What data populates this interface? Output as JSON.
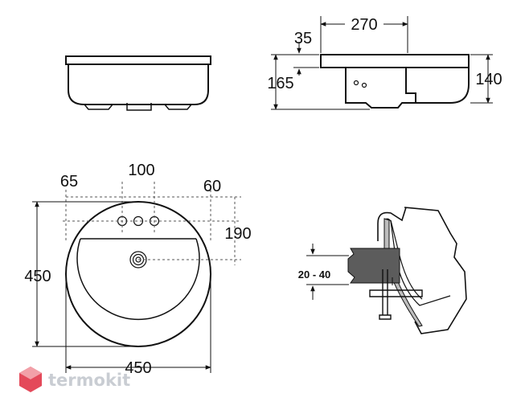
{
  "dimensions": {
    "side_width": "270",
    "side_offset": "35",
    "side_height_total": "165",
    "side_height_bowl": "140",
    "tap_offset_left": "65",
    "tap_spacing": "100",
    "tap_offset_right": "60",
    "tap_to_drain": "190",
    "diameter_vertical": "450",
    "diameter_horizontal": "450",
    "countertop_thickness": "20 - 40"
  },
  "brand": {
    "name": "termokit",
    "logo_color": "#e4495a",
    "logo_color_light": "#f2a0a8"
  }
}
